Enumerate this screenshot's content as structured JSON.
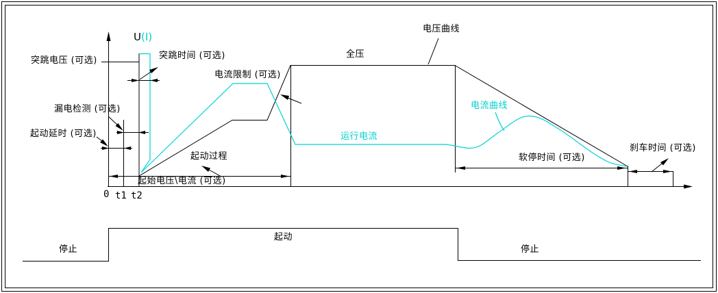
{
  "diagram": {
    "y_axis_label": {
      "u": "U",
      "i": "(I)"
    },
    "x_axis_ticks": [
      "0",
      "t1",
      "t2"
    ],
    "labels": {
      "jump_voltage": "突跳电压 (可选)",
      "jump_time": "突跳时间 (可选)",
      "current_limit": "电流限制 (可选)",
      "full_voltage": "全压",
      "voltage_curve": "电压曲线",
      "current_curve": "电流曲线",
      "running_current": "运行电流",
      "start_process": "起动过程",
      "initial_voltage_current": "起始电压\\电流 (可选)",
      "leakage_detection": "漏电检测 (可选)",
      "start_delay": "起动延时 (可选)",
      "soft_stop_time": "软停时间 (可选)",
      "brake_time": "刹车时间 (可选)"
    },
    "timeline": {
      "stop_left": "停止",
      "start": "起动",
      "stop_right": "停止"
    },
    "colors": {
      "line": "#000000",
      "current_curve": "#00d2d2",
      "background": "#ffffff"
    }
  }
}
